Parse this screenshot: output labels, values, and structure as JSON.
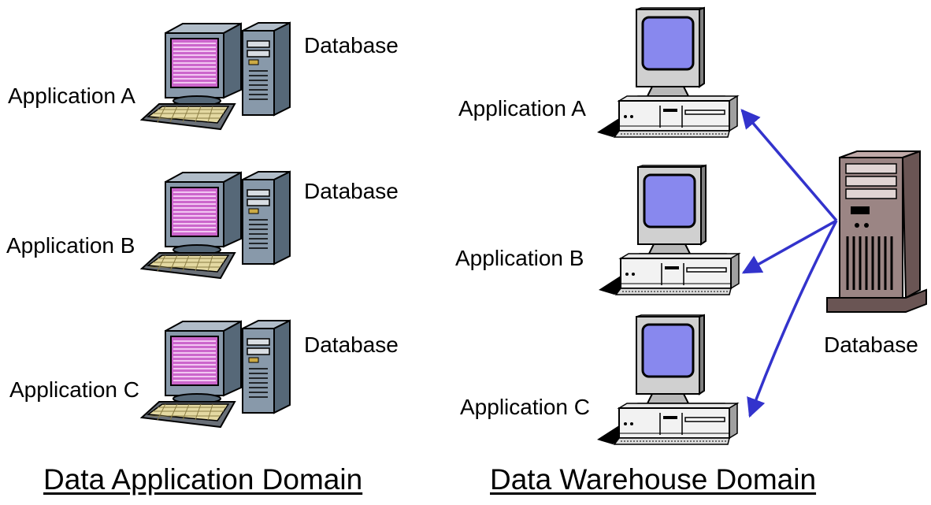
{
  "left_domain": {
    "title": "Data Application Domain",
    "systems": [
      {
        "application": "Application A",
        "database": "Database"
      },
      {
        "application": "Application B",
        "database": "Database"
      },
      {
        "application": "Application C",
        "database": "Database"
      }
    ]
  },
  "right_domain": {
    "title": "Data Warehouse Domain",
    "applications": [
      "Application A",
      "Application B",
      "Application C"
    ],
    "database": "Database"
  },
  "colors": {
    "screen_pink": "#cc66cc",
    "screen_blue": "#8888ee",
    "arrow": "#3333cc",
    "tower_gray": "#8899aa",
    "server_brown": "#9b8584"
  }
}
